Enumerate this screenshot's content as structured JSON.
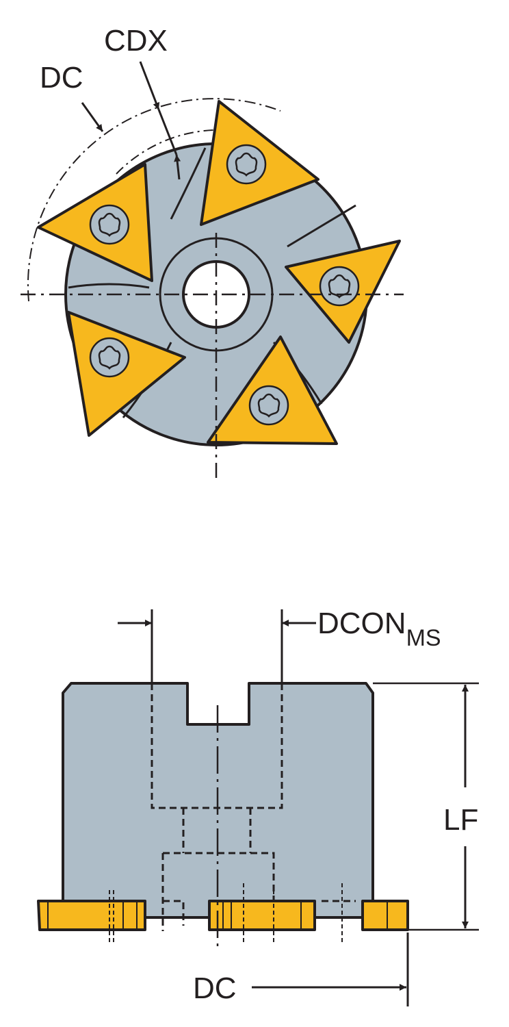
{
  "labels": {
    "top_dc": "DC",
    "cdx": "CDX",
    "dcon": "DCON",
    "dcon_sub": "MS",
    "lf": "LF",
    "bottom_dc": "DC"
  },
  "colors": {
    "body": "#aebdc8",
    "insert": "#f7b81e",
    "outline": "#231f20",
    "background": "#ffffff"
  },
  "icons": [
    "screw-torx-icon"
  ]
}
